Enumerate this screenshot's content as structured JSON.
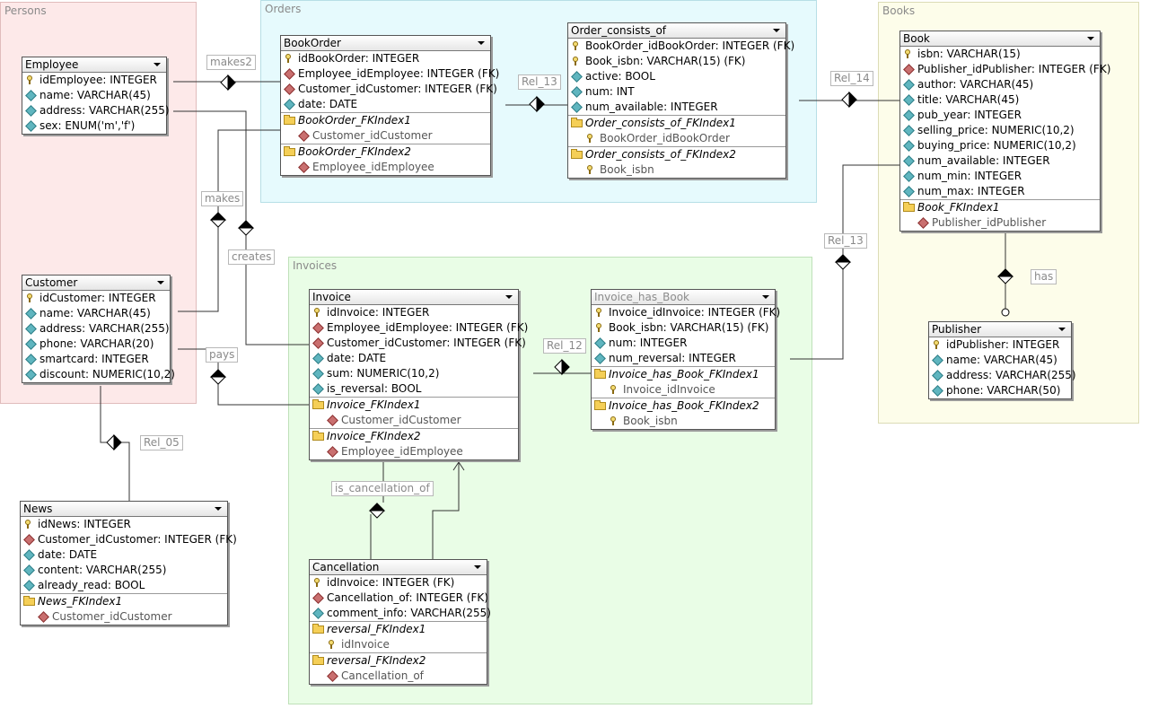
{
  "regions": {
    "persons": {
      "title": "Persons",
      "color": "#fde9e9"
    },
    "orders": {
      "title": "Orders",
      "color": "#e6fafd"
    },
    "books": {
      "title": "Books",
      "color": "#fdfdea"
    },
    "invoices": {
      "title": "Invoices",
      "color": "#e9fde6"
    }
  },
  "tables": {
    "employee": {
      "title": "Employee",
      "rows": [
        {
          "icon": "key",
          "text": "idEmployee: INTEGER"
        },
        {
          "icon": "cyan",
          "text": "name: VARCHAR(45)"
        },
        {
          "icon": "cyan",
          "text": "address: VARCHAR(255)"
        },
        {
          "icon": "cyan",
          "text": "sex: ENUM('m','f')"
        }
      ]
    },
    "customer": {
      "title": "Customer",
      "rows": [
        {
          "icon": "key",
          "text": "idCustomer: INTEGER"
        },
        {
          "icon": "cyan",
          "text": "name: VARCHAR(45)"
        },
        {
          "icon": "cyan",
          "text": "address: VARCHAR(255)"
        },
        {
          "icon": "cyan",
          "text": "phone: VARCHAR(20)"
        },
        {
          "icon": "cyan",
          "text": "smartcard: INTEGER"
        },
        {
          "icon": "cyan",
          "text": "discount: NUMERIC(10,2)"
        }
      ]
    },
    "news": {
      "title": "News",
      "rows": [
        {
          "icon": "key",
          "text": "idNews: INTEGER"
        },
        {
          "icon": "red",
          "text": "Customer_idCustomer: INTEGER (FK)"
        },
        {
          "icon": "cyan",
          "text": "date: DATE"
        },
        {
          "icon": "cyan",
          "text": "content: VARCHAR(255)"
        },
        {
          "icon": "cyan",
          "text": "already_read: BOOL"
        }
      ],
      "indexes": [
        {
          "name": "News_FKIndex1",
          "cols": [
            {
              "icon": "red",
              "text": "Customer_idCustomer"
            }
          ]
        }
      ]
    },
    "bookorder": {
      "title": "BookOrder",
      "rows": [
        {
          "icon": "key",
          "text": "idBookOrder: INTEGER"
        },
        {
          "icon": "red",
          "text": "Employee_idEmployee: INTEGER (FK)"
        },
        {
          "icon": "red",
          "text": "Customer_idCustomer: INTEGER (FK)"
        },
        {
          "icon": "cyan",
          "text": "date: DATE"
        }
      ],
      "indexes": [
        {
          "name": "BookOrder_FKIndex1",
          "cols": [
            {
              "icon": "red",
              "text": "Customer_idCustomer"
            }
          ]
        },
        {
          "name": "BookOrder_FKIndex2",
          "cols": [
            {
              "icon": "red",
              "text": "Employee_idEmployee"
            }
          ]
        }
      ]
    },
    "order_consists_of": {
      "title": "Order_consists_of",
      "rows": [
        {
          "icon": "key",
          "text": "BookOrder_idBookOrder: INTEGER (FK)"
        },
        {
          "icon": "key",
          "text": "Book_isbn: VARCHAR(15) (FK)"
        },
        {
          "icon": "cyan",
          "text": "active: BOOL"
        },
        {
          "icon": "cyan",
          "text": "num: INT"
        },
        {
          "icon": "cyan",
          "text": "num_available: INTEGER"
        }
      ],
      "indexes": [
        {
          "name": "Order_consists_of_FKIndex1",
          "cols": [
            {
              "icon": "key",
              "text": "BookOrder_idBookOrder"
            }
          ]
        },
        {
          "name": "Order_consists_of_FKIndex2",
          "cols": [
            {
              "icon": "key",
              "text": "Book_isbn"
            }
          ]
        }
      ]
    },
    "book": {
      "title": "Book",
      "rows": [
        {
          "icon": "key",
          "text": "isbn: VARCHAR(15)"
        },
        {
          "icon": "red",
          "text": "Publisher_idPublisher: INTEGER (FK)"
        },
        {
          "icon": "cyan",
          "text": "author: VARCHAR(45)"
        },
        {
          "icon": "cyan",
          "text": "title: VARCHAR(45)"
        },
        {
          "icon": "cyan",
          "text": "pub_year: INTEGER"
        },
        {
          "icon": "cyan",
          "text": "selling_price: NUMERIC(10,2)"
        },
        {
          "icon": "cyan",
          "text": "buying_price: NUMERIC(10,2)"
        },
        {
          "icon": "cyan",
          "text": "num_available: INTEGER"
        },
        {
          "icon": "cyan",
          "text": "num_min: INTEGER"
        },
        {
          "icon": "cyan",
          "text": "num_max: INTEGER"
        }
      ],
      "indexes": [
        {
          "name": "Book_FKIndex1",
          "cols": [
            {
              "icon": "red",
              "text": "Publisher_idPublisher"
            }
          ]
        }
      ]
    },
    "publisher": {
      "title": "Publisher",
      "rows": [
        {
          "icon": "key",
          "text": "idPublisher: INTEGER"
        },
        {
          "icon": "cyan",
          "text": "name: VARCHAR(45)"
        },
        {
          "icon": "cyan",
          "text": "address: VARCHAR(255)"
        },
        {
          "icon": "cyan",
          "text": "phone: VARCHAR(50)"
        }
      ]
    },
    "invoice": {
      "title": "Invoice",
      "rows": [
        {
          "icon": "key",
          "text": "idInvoice: INTEGER"
        },
        {
          "icon": "red",
          "text": "Employee_idEmployee: INTEGER (FK)"
        },
        {
          "icon": "red",
          "text": "Customer_idCustomer: INTEGER (FK)"
        },
        {
          "icon": "cyan",
          "text": "date: DATE"
        },
        {
          "icon": "cyan",
          "text": "sum: NUMERIC(10,2)"
        },
        {
          "icon": "cyan",
          "text": "is_reversal: BOOL"
        }
      ],
      "indexes": [
        {
          "name": "Invoice_FKIndex1",
          "cols": [
            {
              "icon": "red",
              "text": "Customer_idCustomer"
            }
          ]
        },
        {
          "name": "Invoice_FKIndex2",
          "cols": [
            {
              "icon": "red",
              "text": "Employee_idEmployee"
            }
          ]
        }
      ]
    },
    "invoice_has_book": {
      "title": "Invoice_has_Book",
      "rows": [
        {
          "icon": "key",
          "text": "Invoice_idInvoice: INTEGER (FK)"
        },
        {
          "icon": "key",
          "text": "Book_isbn: VARCHAR(15) (FK)"
        },
        {
          "icon": "cyan",
          "text": "num: INTEGER"
        },
        {
          "icon": "cyan",
          "text": "num_reversal: INTEGER"
        }
      ],
      "indexes": [
        {
          "name": "Invoice_has_Book_FKIndex1",
          "cols": [
            {
              "icon": "key",
              "text": "Invoice_idInvoice"
            }
          ]
        },
        {
          "name": "Invoice_has_Book_FKIndex2",
          "cols": [
            {
              "icon": "key",
              "text": "Book_isbn"
            }
          ]
        }
      ]
    },
    "cancellation": {
      "title": "Cancellation",
      "rows": [
        {
          "icon": "key",
          "text": "idInvoice: INTEGER (FK)"
        },
        {
          "icon": "red",
          "text": "Cancellation_of: INTEGER (FK)"
        },
        {
          "icon": "cyan",
          "text": "comment_info: VARCHAR(255)"
        }
      ],
      "indexes": [
        {
          "name": "reversal_FKIndex1",
          "cols": [
            {
              "icon": "key",
              "text": "idInvoice"
            }
          ]
        },
        {
          "name": "reversal_FKIndex2",
          "cols": [
            {
              "icon": "red",
              "text": "Cancellation_of"
            }
          ]
        }
      ]
    }
  },
  "relations": {
    "makes2": "makes2",
    "makes": "makes",
    "creates": "creates",
    "pays": "pays",
    "rel_05": "Rel_05",
    "rel_13_orders": "Rel_13",
    "rel_14": "Rel_14",
    "rel_13_books": "Rel_13",
    "has": "has",
    "rel_12": "Rel_12",
    "is_cancellation_of": "is_cancellation_of"
  }
}
